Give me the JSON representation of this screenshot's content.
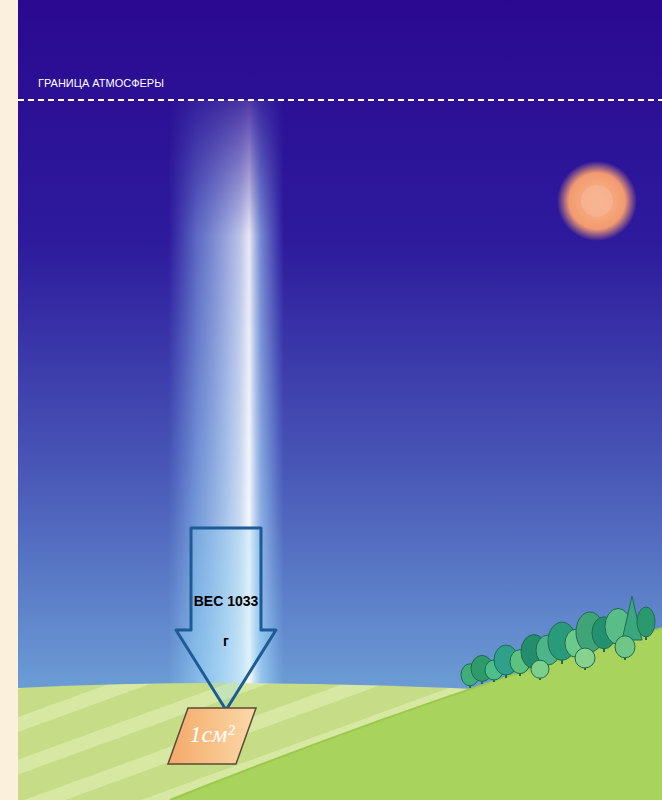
{
  "diagram": {
    "nodes": [
      {
        "text": [
          "ВЕС 1033 г"
        ]
      },
      {
        "text": [
          "1см²"
        ]
      }
    ],
    "labels": [
      "ГРАНИЦА АТМОСФЕРЫ"
    ]
  }
}
